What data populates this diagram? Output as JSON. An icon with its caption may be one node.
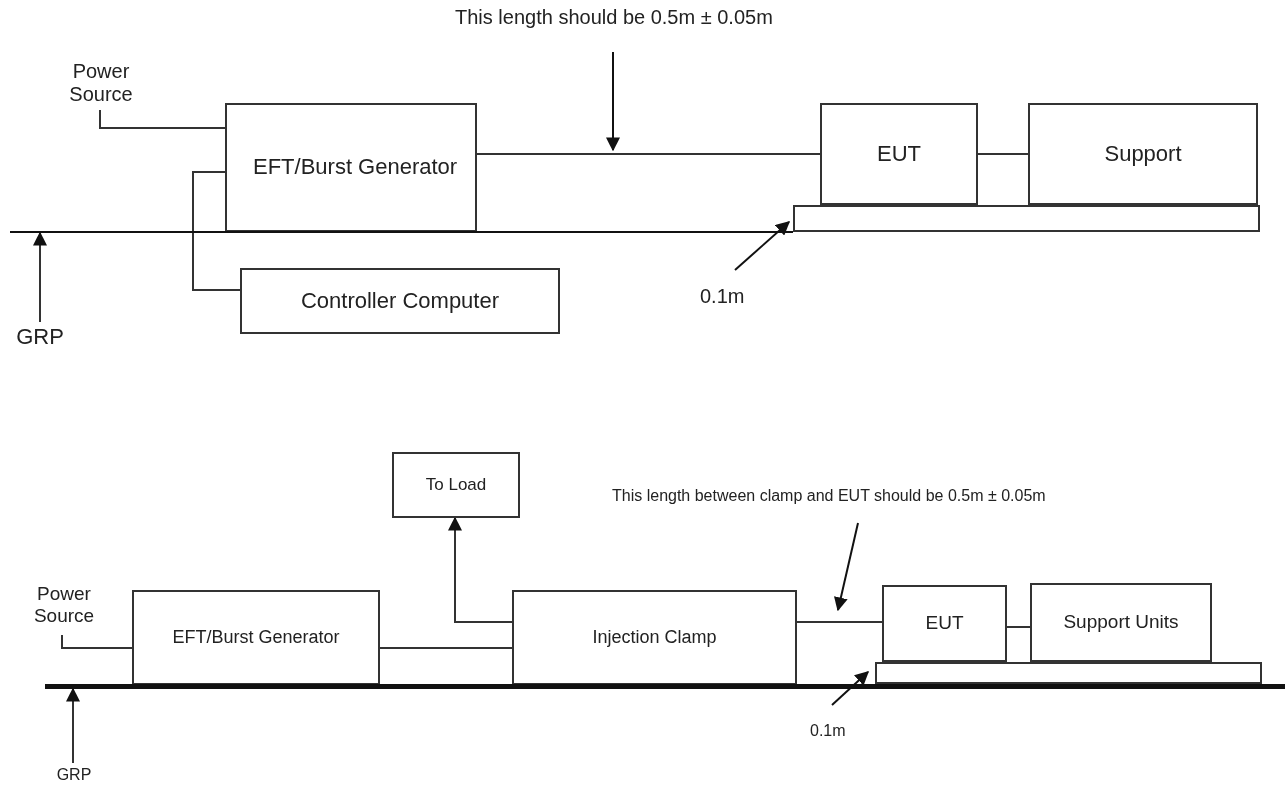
{
  "diagram": {
    "nodes": [
      {
        "text": [
          "Power Source"
        ]
      },
      {
        "text": [
          "EFT/Burst Generator"
        ]
      },
      {
        "text": [
          "EUT"
        ]
      },
      {
        "text": [
          "Support"
        ]
      },
      {
        "text": [],
        "shape": "bar"
      },
      {
        "text": [],
        "shape": "bar"
      },
      {
        "text": [
          "GRP"
        ]
      },
      {
        "text": [
          "Controller Computer"
        ]
      },
      {
        "text": [
          "To Load"
        ]
      },
      {
        "text": [
          "Power Source"
        ]
      },
      {
        "text": [
          "EFT/Burst Generator"
        ]
      },
      {
        "text": [
          "Injection Clamp"
        ]
      },
      {
        "text": [
          "EUT"
        ]
      },
      {
        "text": [
          "Support Units"
        ]
      },
      {
        "text": [],
        "shape": "bar"
      },
      {
        "text": [],
        "shape": "bar"
      },
      {
        "text": [
          "GRP"
        ]
      }
    ],
    "edges": [
      {
        "from": 0,
        "to": 1,
        "arrow": "none"
      },
      {
        "from": 1,
        "to": 2,
        "arrow": "none"
      },
      {
        "from": 2,
        "to": 3,
        "arrow": "none"
      },
      {
        "from": 1,
        "to": 7,
        "arrow": "none"
      },
      {
        "from": 6,
        "to": 5,
        "arrow": "to"
      },
      {
        "from": 9,
        "to": 10,
        "arrow": "none"
      },
      {
        "from": 10,
        "to": 11,
        "arrow": "none"
      },
      {
        "from": 11,
        "to": 8,
        "arrow": "to"
      },
      {
        "from": 11,
        "to": 12,
        "arrow": "none"
      },
      {
        "from": 12,
        "to": 13,
        "arrow": "none"
      },
      {
        "from": 16,
        "to": 15,
        "arrow": "to"
      }
    ],
    "labels": [
      "This length should be 0.5m ± 0.05m",
      "0.1m",
      "This length between clamp and EUT should be 0.5m ± 0.05m",
      "0.1m"
    ]
  }
}
